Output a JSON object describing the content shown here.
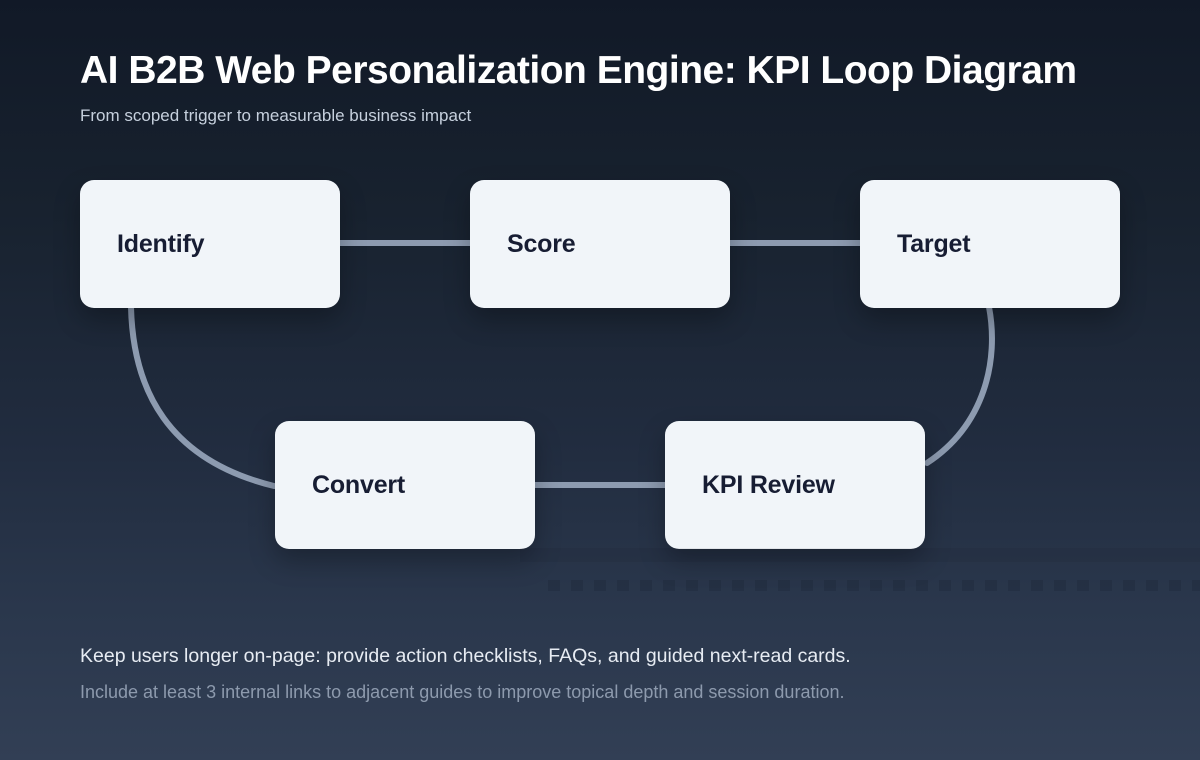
{
  "header": {
    "title": "AI B2B Web Personalization Engine: KPI Loop Diagram",
    "subtitle": "From scoped trigger to measurable business impact"
  },
  "diagram": {
    "type": "flow-loop",
    "nodes": [
      {
        "id": "identify",
        "label": "Identify"
      },
      {
        "id": "score",
        "label": "Score"
      },
      {
        "id": "target",
        "label": "Target"
      },
      {
        "id": "convert",
        "label": "Convert"
      },
      {
        "id": "kpi-review",
        "label": "KPI Review"
      }
    ],
    "connections": [
      {
        "from": "identify",
        "to": "score",
        "style": "straight"
      },
      {
        "from": "score",
        "to": "target",
        "style": "straight"
      },
      {
        "from": "target",
        "to": "kpi-review",
        "style": "curved"
      },
      {
        "from": "kpi-review",
        "to": "convert",
        "style": "straight"
      },
      {
        "from": "convert",
        "to": "identify",
        "style": "curved"
      }
    ]
  },
  "footer": {
    "line1": "Keep users longer on-page: provide action checklists, FAQs, and guided next-read cards.",
    "line2": "Include at least 3 internal links to adjacent guides to improve topical depth and session duration."
  },
  "colors": {
    "background_top": "#111927",
    "background_bottom": "#323f55",
    "node_background": "#f1f5f9",
    "node_text": "#171d33",
    "connector": "#8d9bb0",
    "title_text": "#ffffff",
    "subtitle_text": "#c6d0dd",
    "footer_primary_text": "#e7ecf3",
    "footer_secondary_text": "#8d9aad"
  }
}
